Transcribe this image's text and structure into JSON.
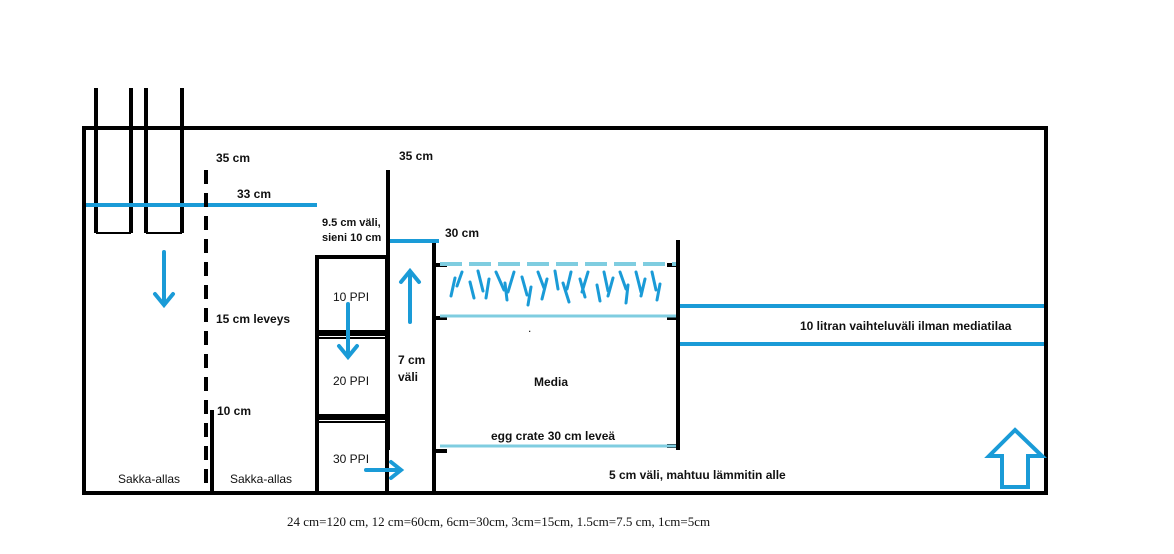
{
  "colors": {
    "outline": "#000000",
    "water": "#1a9bd7",
    "water_light": "#7fcde0",
    "background": "#ffffff"
  },
  "labels": {
    "left_height": "35 cm",
    "water_width": "33 cm",
    "baffle_width": "15 cm leveys",
    "low_baffle": "10 cm",
    "sump_1": "Sakka-allas",
    "sump_2": "Sakka-allas",
    "sponge_gap_line1": "9.5 cm väli,",
    "sponge_gap_line2": "sieni 10 cm",
    "sponge_top": "10 PPI",
    "sponge_mid": "20 PPI",
    "sponge_bottom": "30 PPI",
    "divider_height": "35 cm",
    "channel_line1": "7 cm",
    "channel_line2": "väli",
    "media_water_level": "30 cm",
    "media": "Media",
    "egg_crate": "egg crate 30 cm leveä",
    "bottom_gap": "5 cm väli, mahtuu lämmitin alle",
    "range": "10 litran vaihteluväli ilman mediatilaa"
  },
  "footer": "24 cm=120 cm, 12 cm=60cm, 6cm=30cm, 3cm=15cm, 1.5cm=7.5 cm, 1cm=5cm",
  "icons": [
    "down-arrow-icon",
    "up-arrow-icon",
    "right-arrow-icon",
    "return-up-arrow-icon"
  ]
}
